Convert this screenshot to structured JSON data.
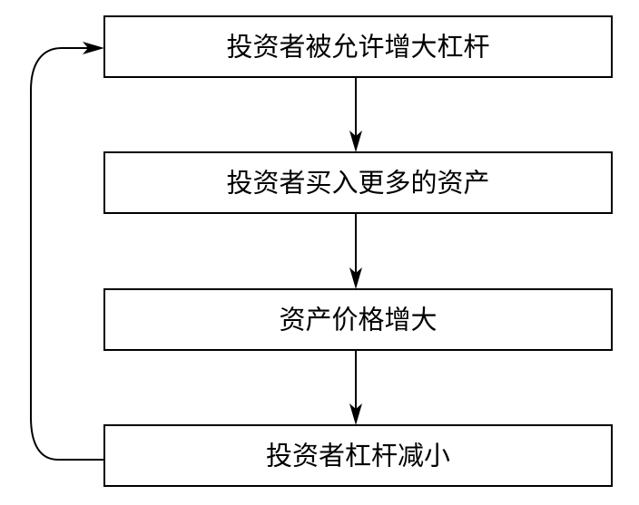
{
  "diagram": {
    "type": "flowchart-cycle",
    "nodes": [
      {
        "id": "n1",
        "label": "投资者被允许增大杠杆"
      },
      {
        "id": "n2",
        "label": "投资者买入更多的资产"
      },
      {
        "id": "n3",
        "label": "资产价格增大"
      },
      {
        "id": "n4",
        "label": "投资者杠杆减小"
      }
    ],
    "edges": [
      {
        "from": "n1",
        "to": "n2"
      },
      {
        "from": "n2",
        "to": "n3"
      },
      {
        "from": "n3",
        "to": "n4"
      },
      {
        "from": "n4",
        "to": "n1"
      }
    ]
  },
  "colors": {
    "stroke": "#000000",
    "fill": "#ffffff",
    "text": "#000000"
  }
}
